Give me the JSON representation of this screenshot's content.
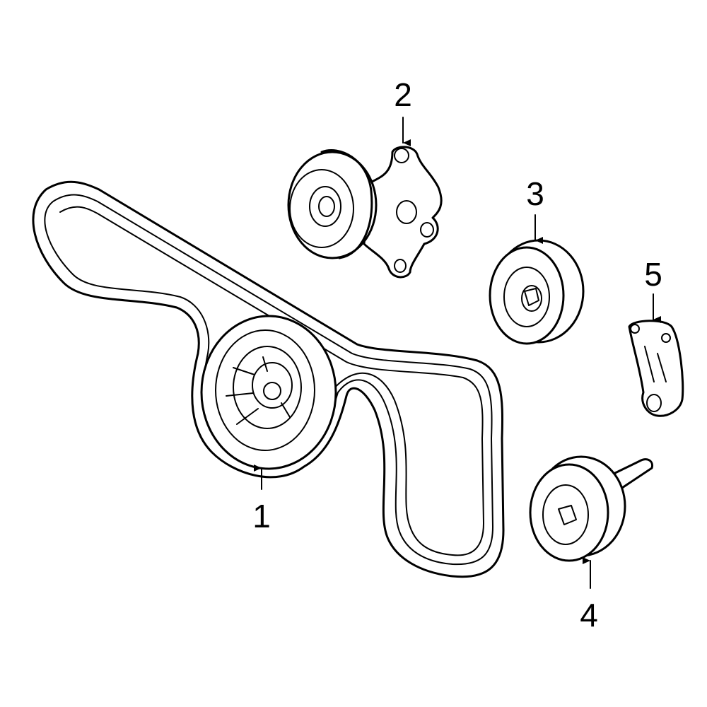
{
  "diagram": {
    "parts": [
      {
        "id": "part-1",
        "callout": "1"
      },
      {
        "id": "part-2",
        "callout": "2"
      },
      {
        "id": "part-3",
        "callout": "3"
      },
      {
        "id": "part-4",
        "callout": "4"
      },
      {
        "id": "part-5",
        "callout": "5"
      }
    ]
  }
}
